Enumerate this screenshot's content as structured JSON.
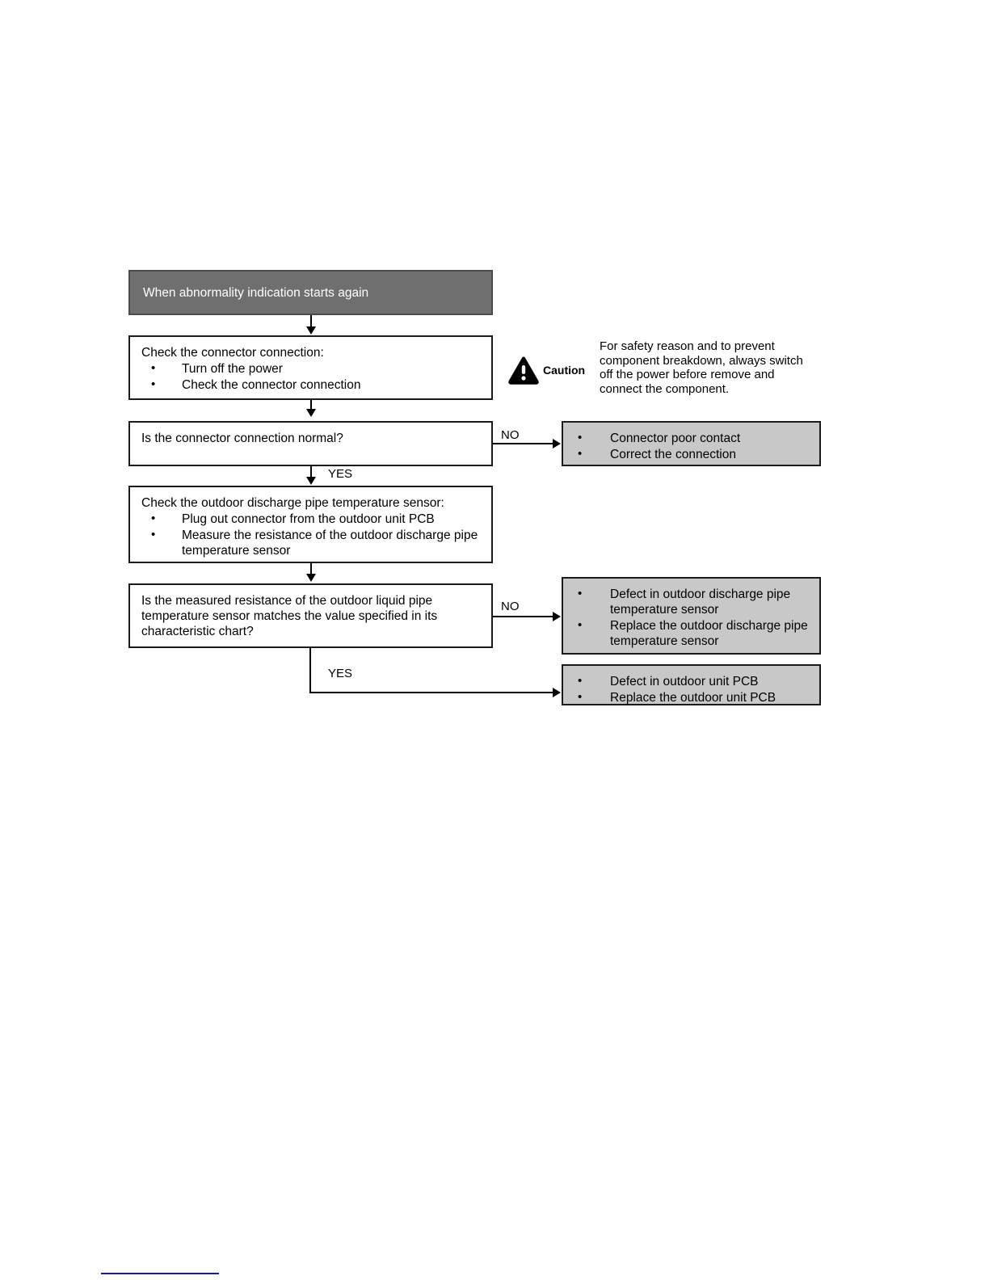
{
  "page": {
    "footer_rule_color": "#151b8d",
    "banner_color": "#706f6f",
    "result_color": "#c8c8c8"
  },
  "flowchart": {
    "type": "troubleshooting-flowchart",
    "start": {
      "label": "When abnormality indication starts again"
    },
    "steps": [
      {
        "id": "check-connector",
        "title": "Check the connector connection:",
        "bullets": [
          "Turn off the power",
          "Check the connector connection"
        ]
      },
      {
        "id": "connector-normal",
        "question": "Is the connector connection normal?",
        "no_label": "NO",
        "yes_label": "YES"
      },
      {
        "id": "check-sensor",
        "title": "Check the outdoor discharge pipe temperature sensor:",
        "bullets": [
          "Plug out connector from the outdoor unit PCB",
          "Measure the resistance of the outdoor discharge pipe temperature sensor"
        ]
      },
      {
        "id": "resistance-matches",
        "question_line1": "Is the measured resistance of the outdoor liquid pipe",
        "question_line2": "temperature sensor matches the value specified in its",
        "question_line3": "characteristic chart?",
        "no_label": "NO",
        "yes_label": "YES"
      }
    ],
    "results": [
      {
        "id": "connector-poor-contact",
        "bullets": [
          "Connector poor contact",
          "Correct the connection"
        ]
      },
      {
        "id": "sensor-defect",
        "bullets": [
          "Defect in outdoor discharge pipe temperature sensor",
          "Replace the outdoor discharge pipe temperature sensor"
        ]
      },
      {
        "id": "pcb-defect",
        "bullets": [
          "Defect in outdoor unit PCB",
          "Replace the outdoor unit PCB"
        ]
      }
    ],
    "caution": {
      "icon": "warning-triangle-icon",
      "word": "Caution",
      "text": "For safety reason and to prevent component breakdown, always switch off the power before remove and connect the component."
    }
  }
}
